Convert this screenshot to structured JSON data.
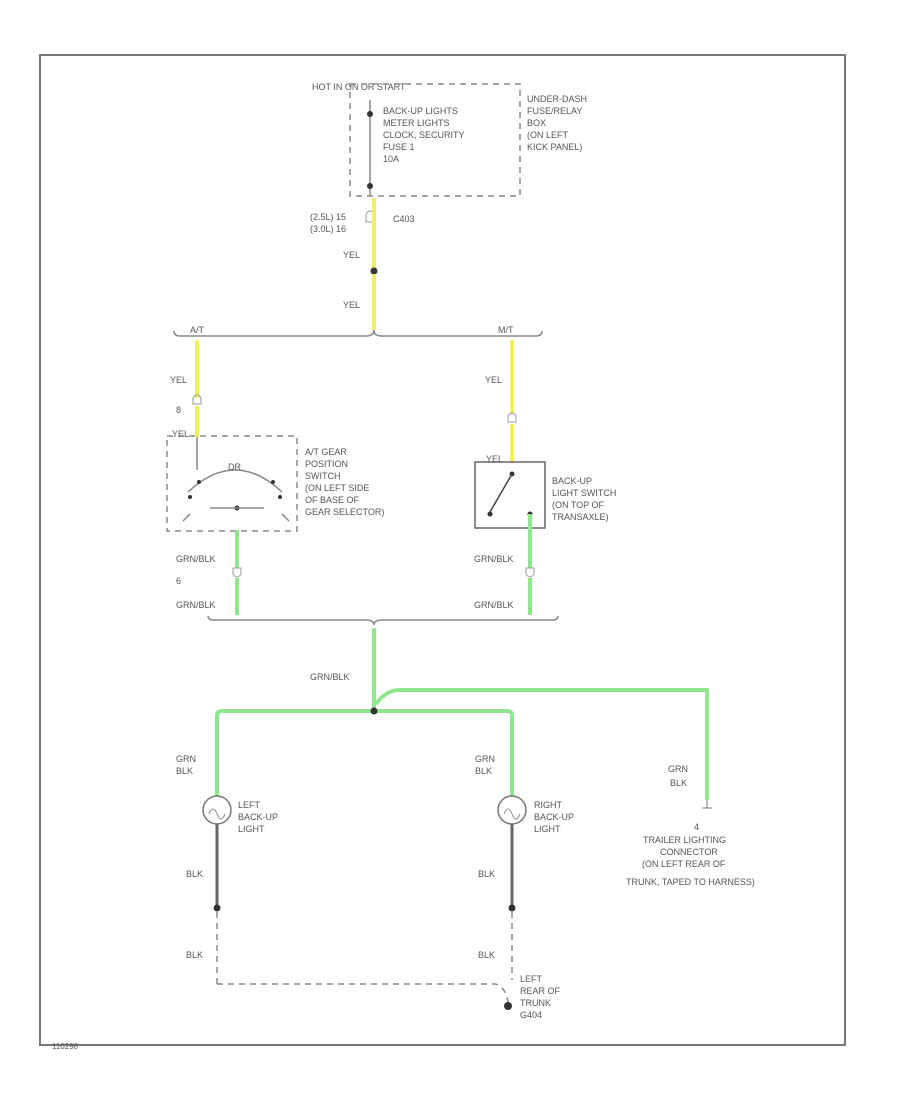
{
  "fuse_box": {
    "supply": "HOT IN ON OR START",
    "fuse_lines": [
      "BACK-UP LIGHTS",
      "METER LIGHTS",
      "CLOCK, SECURITY",
      "FUSE 1",
      "10A"
    ],
    "desc_lines": [
      "UNDER-DASH",
      "FUSE/RELAY",
      "BOX",
      "(ON LEFT",
      "KICK PANEL)"
    ],
    "pin_lines": [
      "(2.5L) 15",
      "(3.0L) 16"
    ],
    "connector": "C403"
  },
  "wires": {
    "yel": "YEL",
    "grn_blk": "GRN/BLK",
    "grn": "GRN",
    "blk": "BLK"
  },
  "branches": {
    "at": "A/T",
    "mt": "M/T"
  },
  "at_switch": {
    "pin_num": "8",
    "pin_num_lower": "6",
    "gear_label": "DR",
    "desc_lines": [
      "A/T GEAR",
      "POSITION",
      "SWITCH",
      "(ON LEFT SIDE",
      "OF BASE OF",
      "GEAR SELECTOR)"
    ]
  },
  "mt_switch": {
    "desc_lines": [
      "BACK-UP",
      "LIGHT SWITCH",
      "(ON TOP OF",
      "TRANSAXLE)"
    ]
  },
  "left_light": {
    "desc_lines": [
      "LEFT",
      "BACK-UP",
      "LIGHT"
    ]
  },
  "right_light": {
    "desc_lines": [
      "RIGHT",
      "BACK-UP",
      "LIGHT"
    ]
  },
  "trailer": {
    "pin_num": "4",
    "desc_lines": [
      "TRAILER LIGHTING",
      "CONNECTOR",
      "(ON LEFT REAR OF",
      "TRUNK, TAPED TO HARNESS)"
    ]
  },
  "ground": {
    "desc_lines": [
      "LEFT",
      "REAR OF",
      "TRUNK",
      "G404"
    ]
  },
  "figure_id": "110298",
  "colors": {
    "yellow_wire": "#f0f05a",
    "green_wire": "#8fe68f",
    "black_wire": "#666666"
  }
}
